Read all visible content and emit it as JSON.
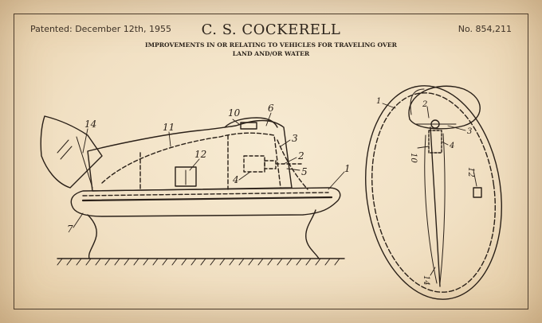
{
  "header": {
    "patented": "Patented: December 12th, 1955",
    "inventor": "C. S. COCKERELL",
    "patent_number": "No. 854,211",
    "title_line1": "IMPROVEMENTS IN OR RELATING TO VEHICLES FOR TRAVELING OVER",
    "title_line2": "LAND AND/OR WATER"
  },
  "side_view_labels": {
    "l14": "14",
    "l11": "11",
    "l10": "10",
    "l6": "6",
    "l3": "3",
    "l12": "12",
    "l2": "2",
    "l5": "5",
    "l4": "4",
    "l1": "1",
    "l7": "7"
  },
  "top_view_labels": {
    "l1": "1",
    "l2": "2",
    "l3": "3",
    "l4": "4",
    "l10": "10",
    "l12": "12",
    "l14": "14"
  },
  "colors": {
    "paper": "#f3e4c9",
    "ink": "#2a2018"
  }
}
